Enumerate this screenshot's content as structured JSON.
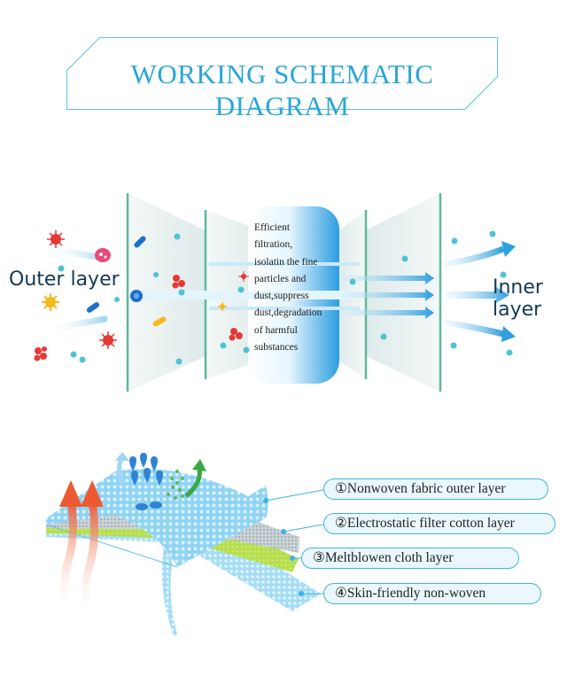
{
  "title": "WORKING SCHEMATIC DIAGRAM",
  "labels": {
    "outer": "Outer layer",
    "inner_line1": "Inner",
    "inner_line2": "layer"
  },
  "center_text": [
    "Efficient",
    "filtration,",
    "isolatin the fine",
    "particles and",
    "dust,suppress",
    "dust,degradation",
    "of harmful",
    "substances"
  ],
  "layers": [
    "①Nonwoven fabric outer layer",
    "②Electrostatic filter cotton layer",
    "③Meltblowen cloth layer",
    "④Skin-friendly non-woven"
  ],
  "colors": {
    "accent": "#2aa6d9",
    "arrow_blue": "#1f8fd8",
    "dots": "#4fc3d1",
    "red": "#e53935",
    "green": "#7dc242"
  }
}
